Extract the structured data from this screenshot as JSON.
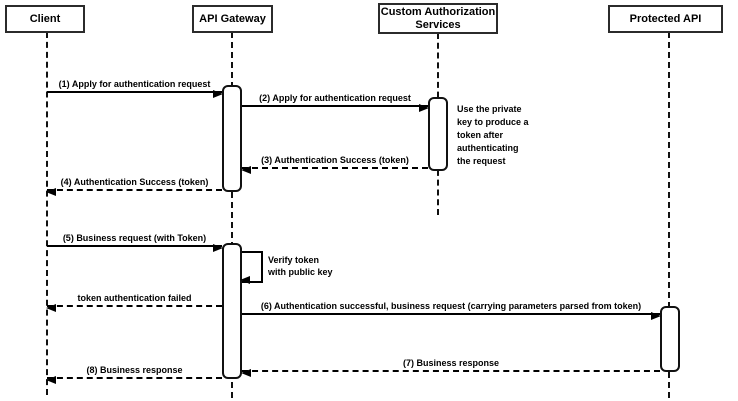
{
  "participants": [
    {
      "name": "Client"
    },
    {
      "name": "API Gateway"
    },
    {
      "name": "Custom Authorization Services"
    },
    {
      "name": "Protected API"
    }
  ],
  "messages": [
    {
      "label": "(1) Apply for authentication request",
      "from": "Client",
      "to": "API Gateway",
      "style": "solid"
    },
    {
      "label": "(2) Apply for authentication request",
      "from": "API Gateway",
      "to": "Custom Authorization Services",
      "style": "solid"
    },
    {
      "label": "(3) Authentication Success (token)",
      "from": "Custom Authorization Services",
      "to": "API Gateway",
      "style": "dashed"
    },
    {
      "label": "(4) Authentication Success (token)",
      "from": "API Gateway",
      "to": "Client",
      "style": "dashed"
    },
    {
      "label": "(5) Business request (with Token)",
      "from": "Client",
      "to": "API Gateway",
      "style": "solid"
    },
    {
      "label": "token authentication failed",
      "from": "API Gateway",
      "to": "Client",
      "style": "dashed"
    },
    {
      "label": "(6) Authentication successful, business request (carrying parameters parsed from token)",
      "from": "API Gateway",
      "to": "Protected API",
      "style": "solid"
    },
    {
      "label": "(7) Business response",
      "from": "Protected API",
      "to": "API Gateway",
      "style": "dashed"
    },
    {
      "label": "(8) Business response",
      "from": "API Gateway",
      "to": "Client",
      "style": "dashed"
    }
  ],
  "self_message": {
    "on": "API Gateway",
    "label": "Verify token\nwith public key"
  },
  "note": {
    "near": "Custom Authorization Services",
    "text": "Use the private\nkey to produce a\ntoken after\nauthenticating\nthe request"
  },
  "colors": {
    "stroke": "#000000",
    "fill": "#ffffff",
    "background": "#ffffff"
  }
}
